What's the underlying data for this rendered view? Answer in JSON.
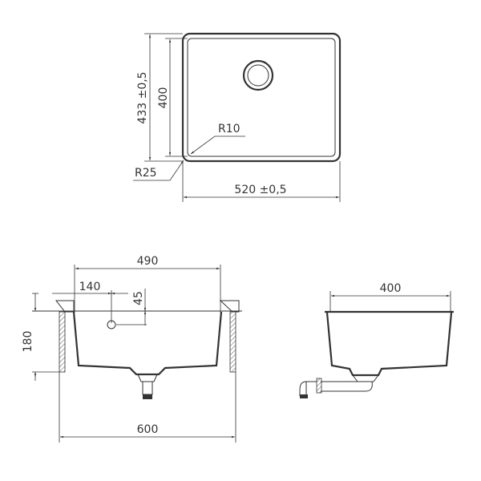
{
  "top_view": {
    "height_tol": "433 ±0,5",
    "inner_height": "400",
    "inner_radius": "R10",
    "outer_radius": "R25",
    "width_tol": "520 ±0,5"
  },
  "front_view": {
    "inner_width": "490",
    "drain_offset": "140",
    "drain_depth": "45",
    "depth": "180",
    "cabinet_width": "600"
  },
  "side_view": {
    "inner_depth": "400"
  },
  "colors": {
    "line": "#333333"
  }
}
